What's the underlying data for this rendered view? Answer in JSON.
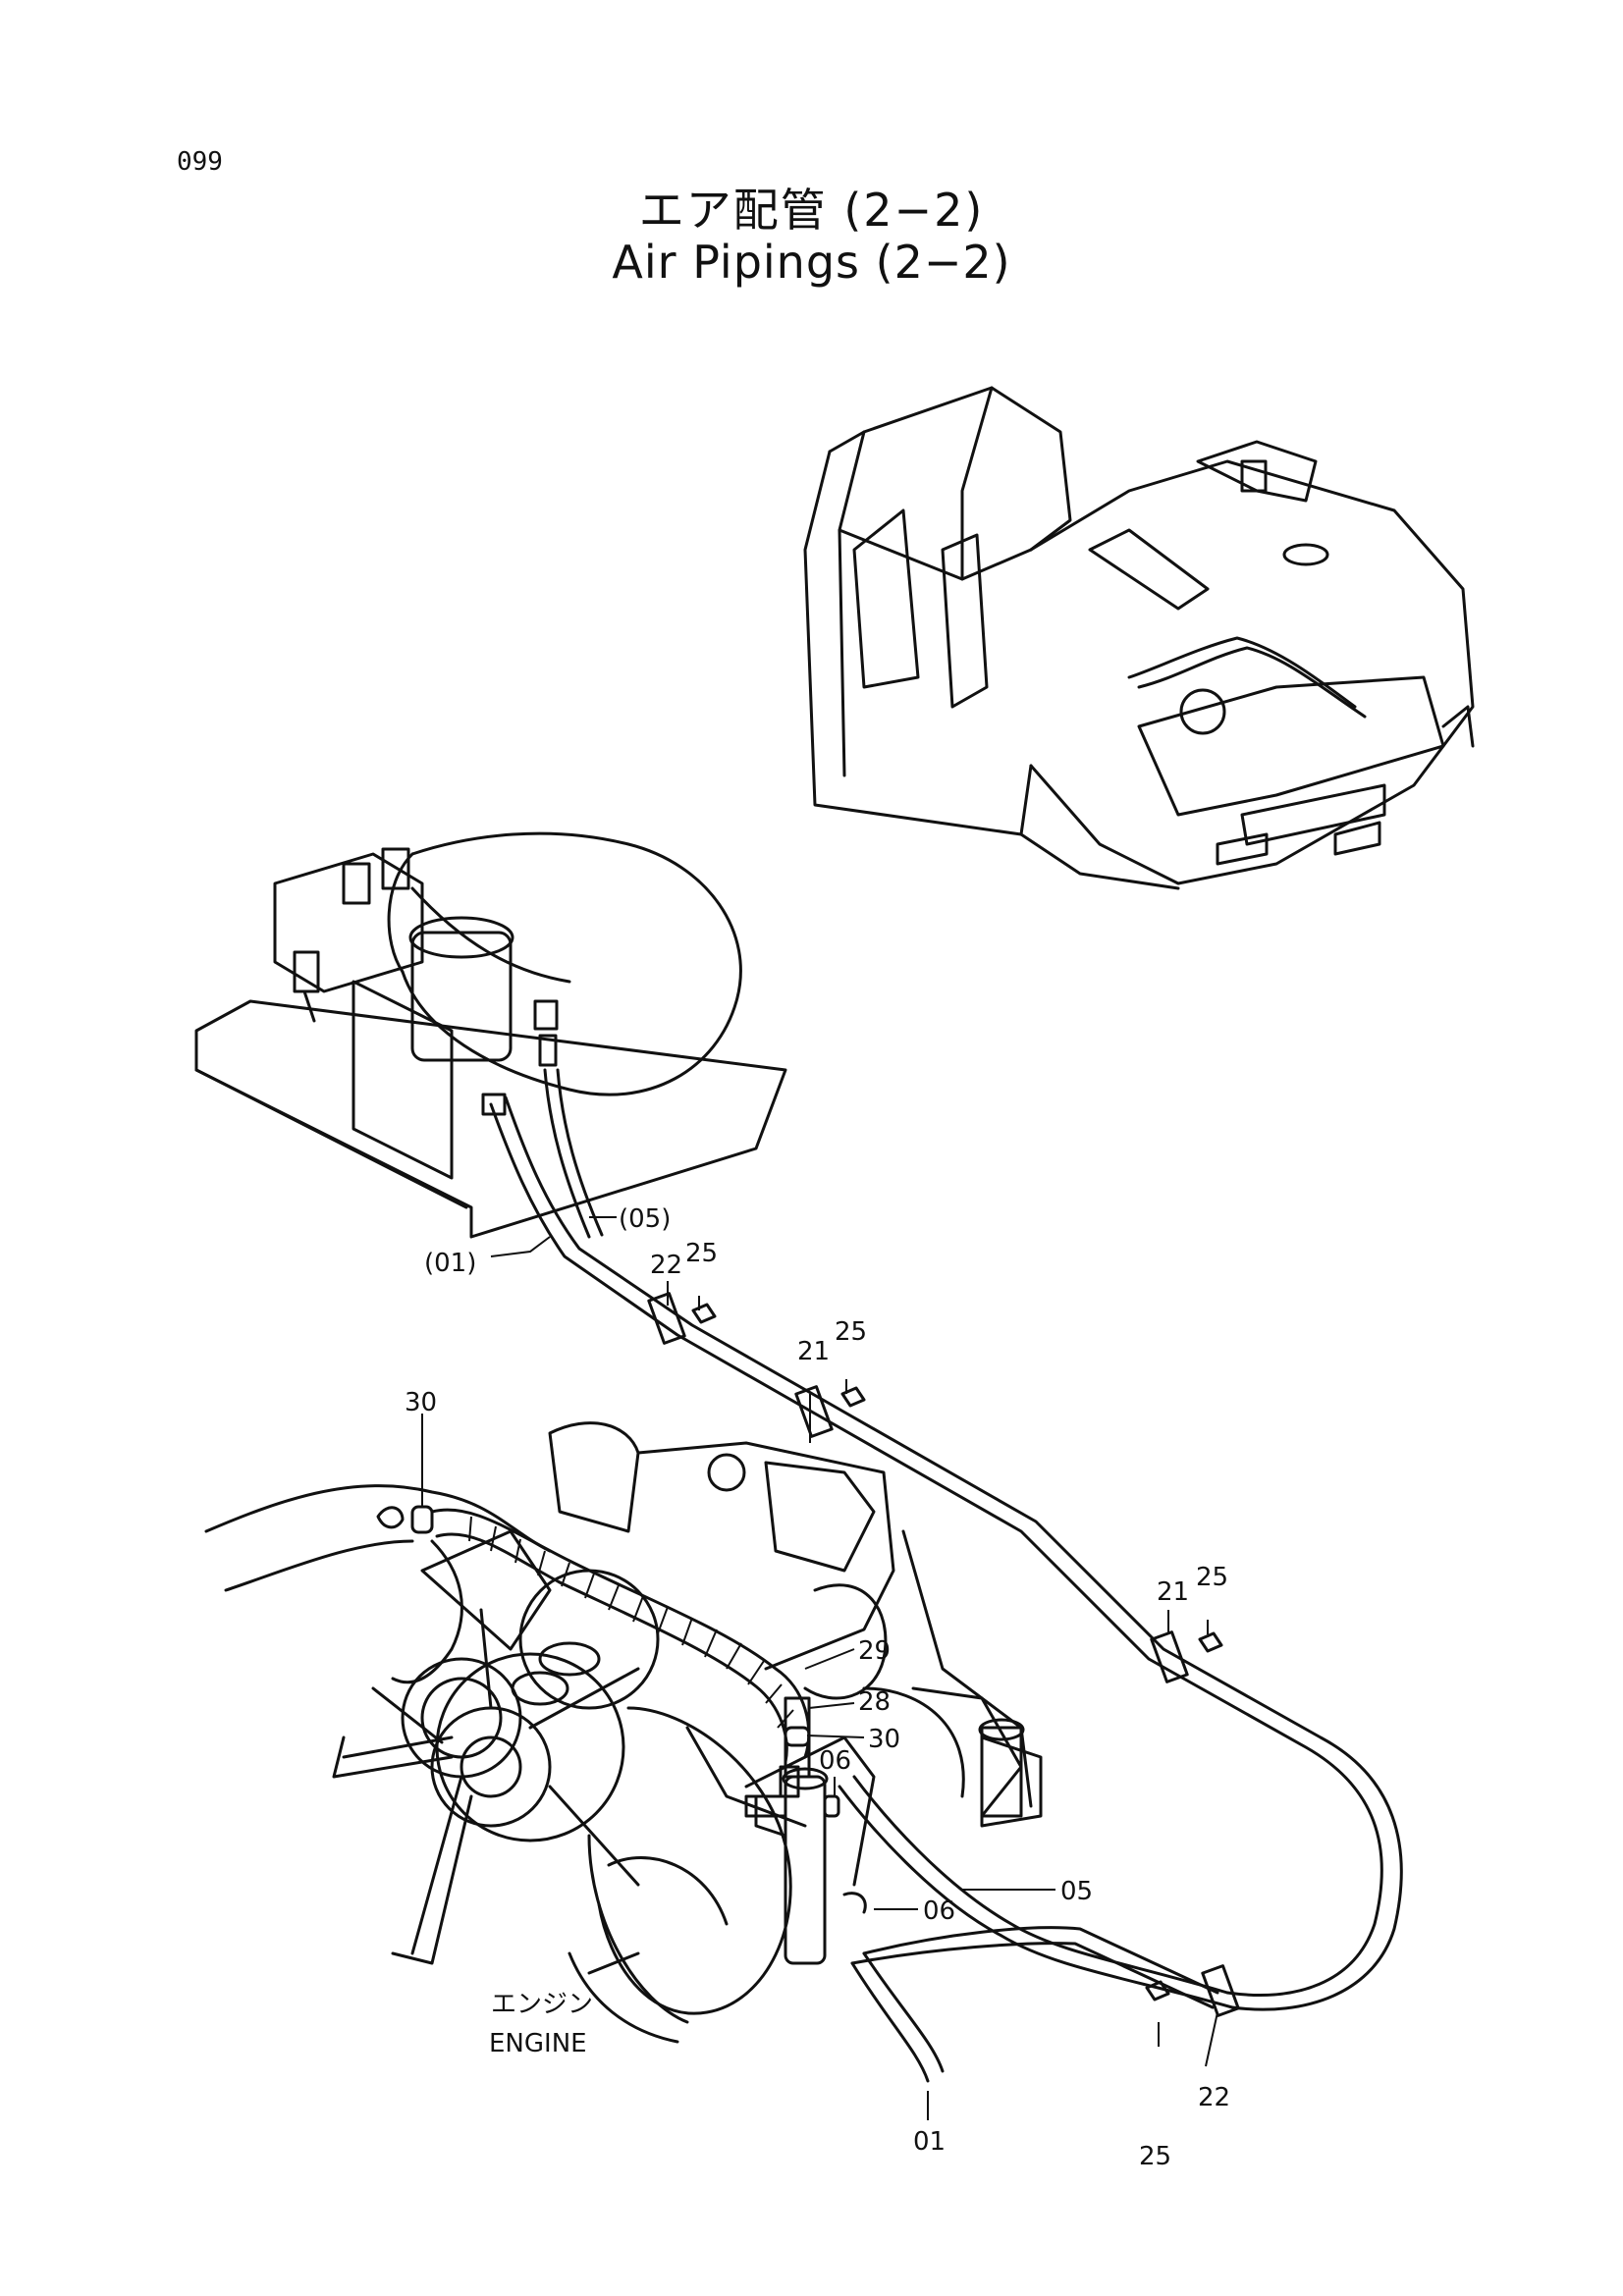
{
  "page": {
    "number": "099"
  },
  "title": {
    "jp": "エア配管 (2−2)",
    "en": "Air Pipings (2−2)"
  },
  "labels": {
    "ref01": "(01)",
    "ref05": "(05)",
    "p22a": "22",
    "p25a": "25",
    "p21a": "21",
    "p25b": "25",
    "p21b": "21",
    "p25c": "25",
    "p30a": "30",
    "p29": "29",
    "p28": "28",
    "p30b": "30",
    "p06a": "06",
    "p05": "05",
    "p06b": "06",
    "p01": "01",
    "p25d": "25",
    "p22b": "22",
    "engine_jp": "エンジン",
    "engine_en": "ENGINE"
  }
}
